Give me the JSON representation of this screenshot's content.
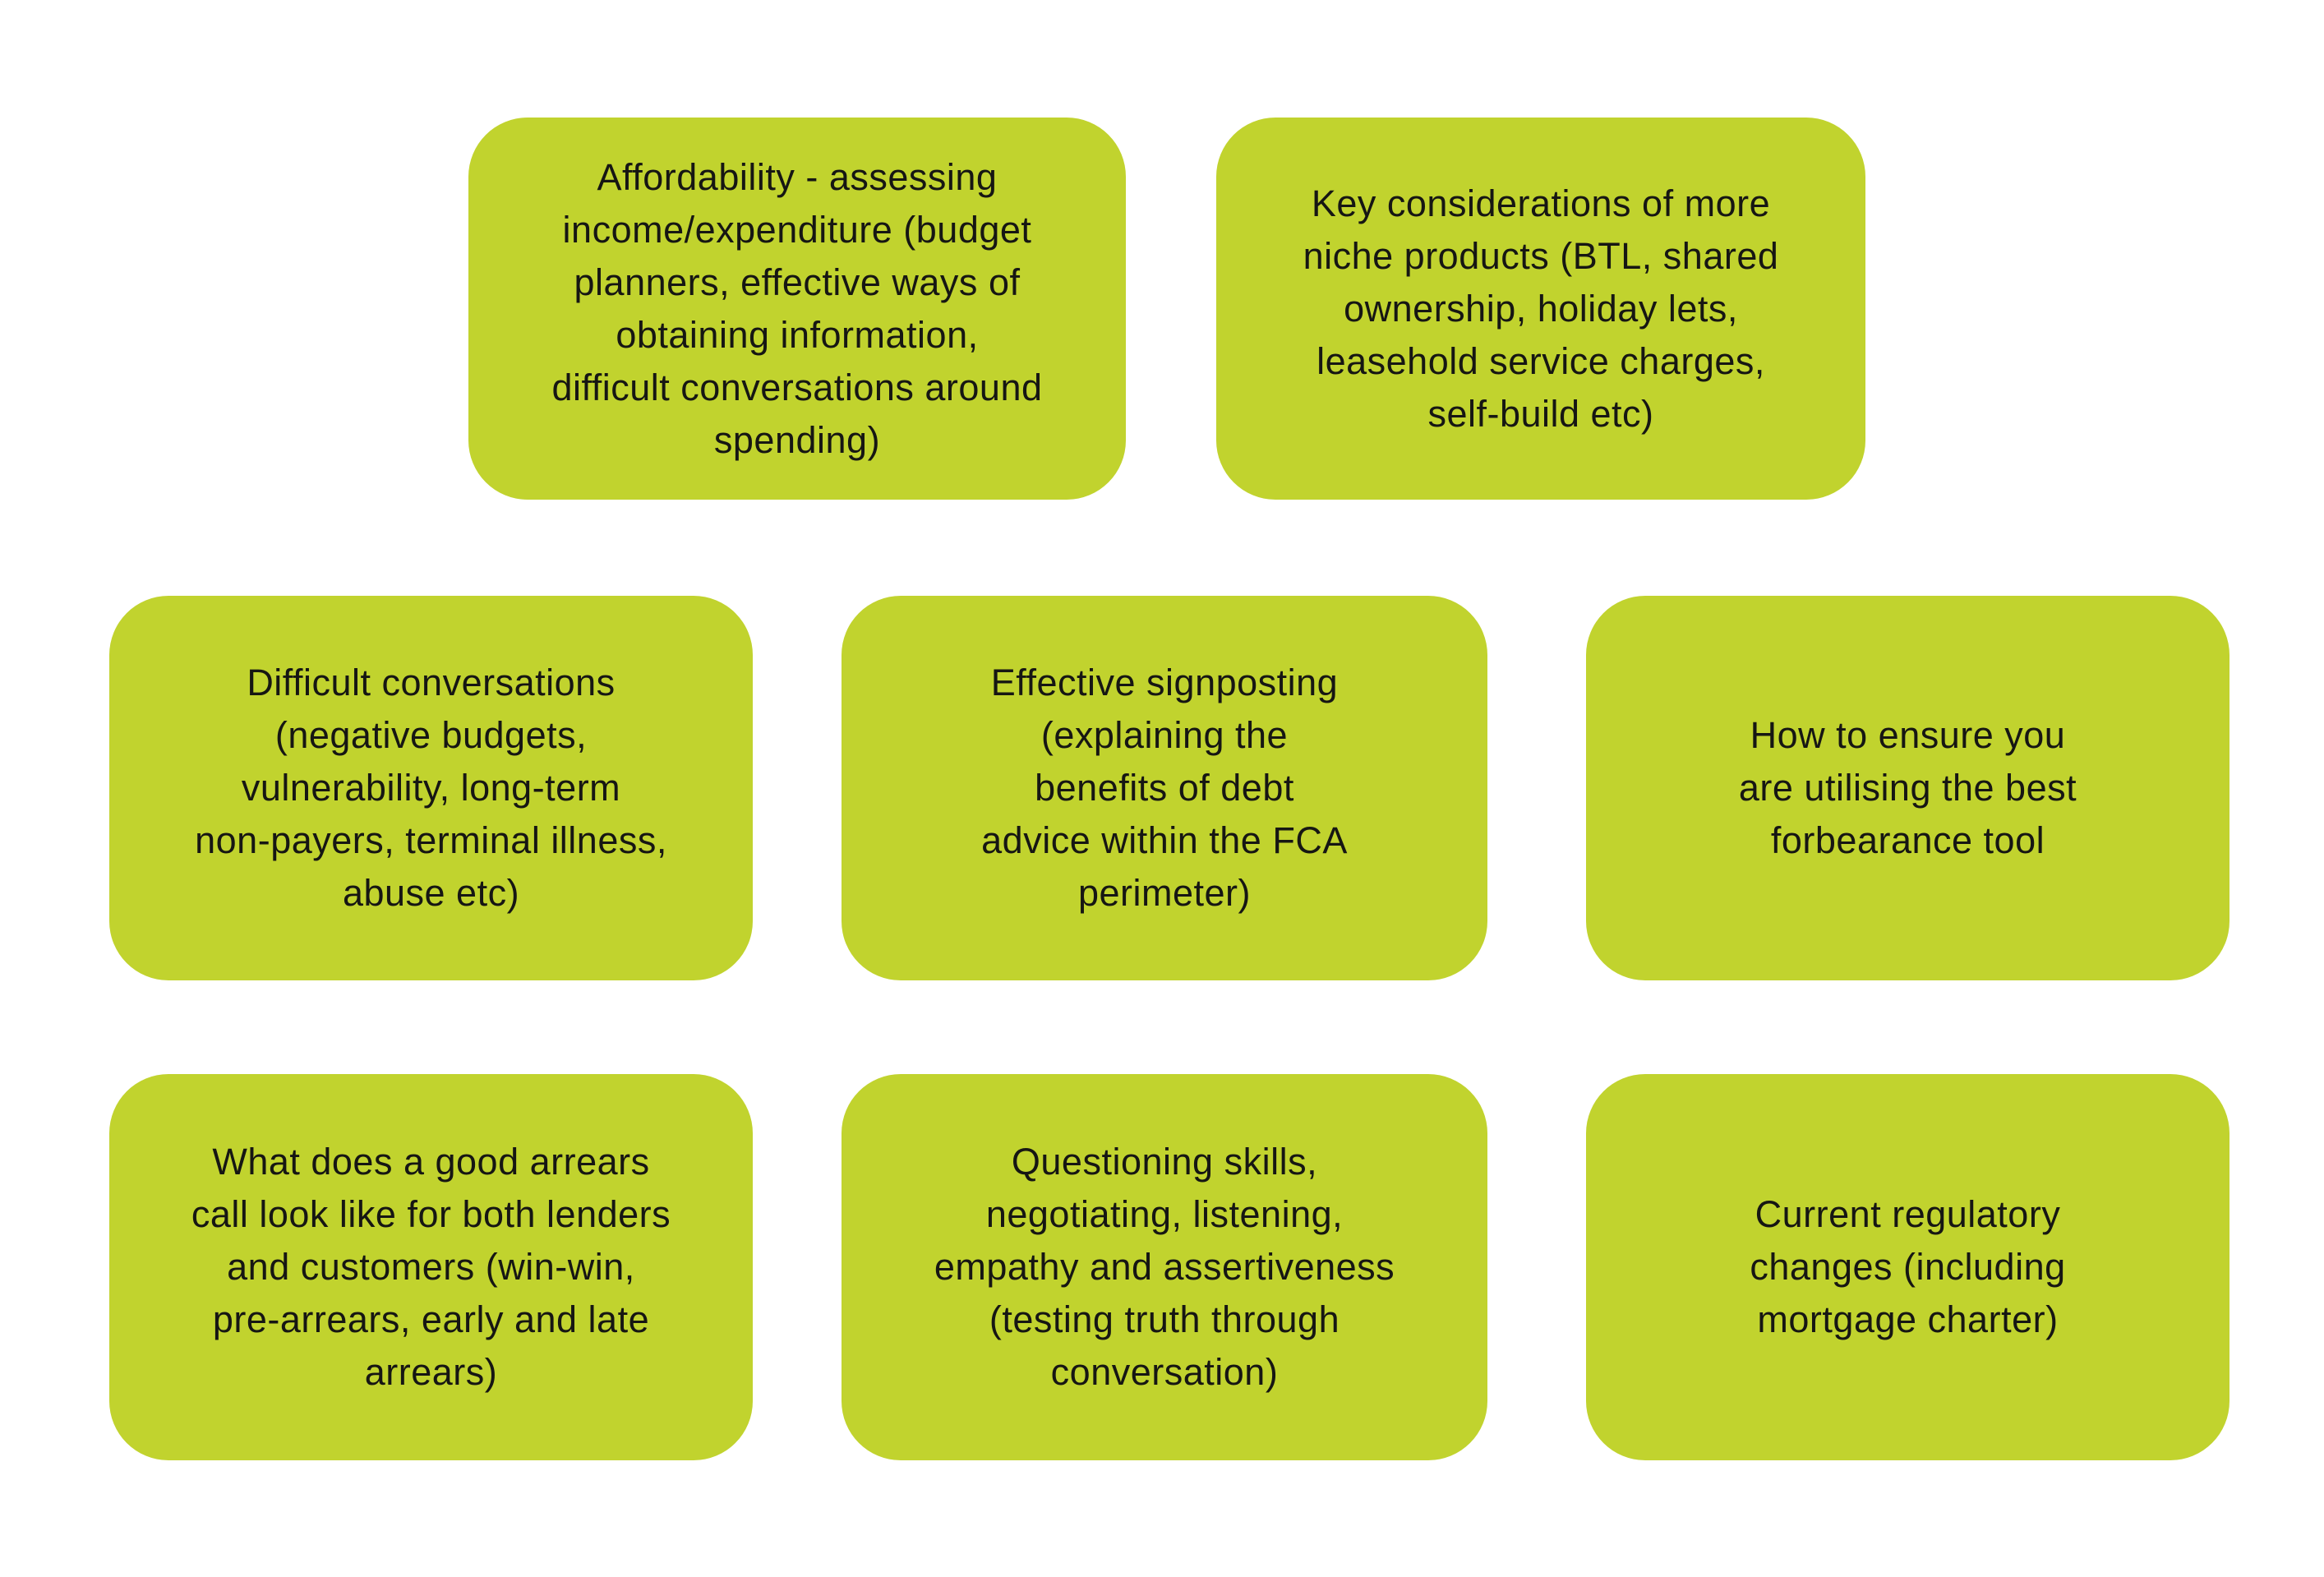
{
  "page": {
    "background_color": "#ffffff"
  },
  "cards": {
    "fill_color": "#c1d32e",
    "text_color": "#161613",
    "items": [
      {
        "name": "affordability",
        "text": "Affordability - assessing\nincome/expenditure (budget\nplanners, effective ways of\nobtaining information,\ndifficult conversations around\nspending)"
      },
      {
        "name": "niche-products",
        "text": "Key considerations of more\nniche products (BTL, shared\nownership, holiday lets,\nleasehold service charges,\nself-build etc)"
      },
      {
        "name": "difficult-conversations",
        "text": "Difficult conversations\n(negative budgets,\nvulnerability, long-term\nnon-payers, terminal illness,\nabuse etc)"
      },
      {
        "name": "effective-signposting",
        "text": "Effective signposting\n(explaining the\nbenefits of debt\nadvice within the FCA\nperimeter)"
      },
      {
        "name": "forbearance-tool",
        "text": "How to ensure you\nare utilising the best\nforbearance tool"
      },
      {
        "name": "arrears-call",
        "text": "What does a good arrears\ncall look like for both lenders\nand customers (win-win,\npre-arrears, early and late\narrears)"
      },
      {
        "name": "questioning-skills",
        "text": "Questioning skills,\nnegotiating, listening,\nempathy and assertiveness\n(testing truth through\nconversation)"
      },
      {
        "name": "regulatory-changes",
        "text": "Current regulatory\nchanges (including\nmortgage charter)"
      }
    ]
  }
}
